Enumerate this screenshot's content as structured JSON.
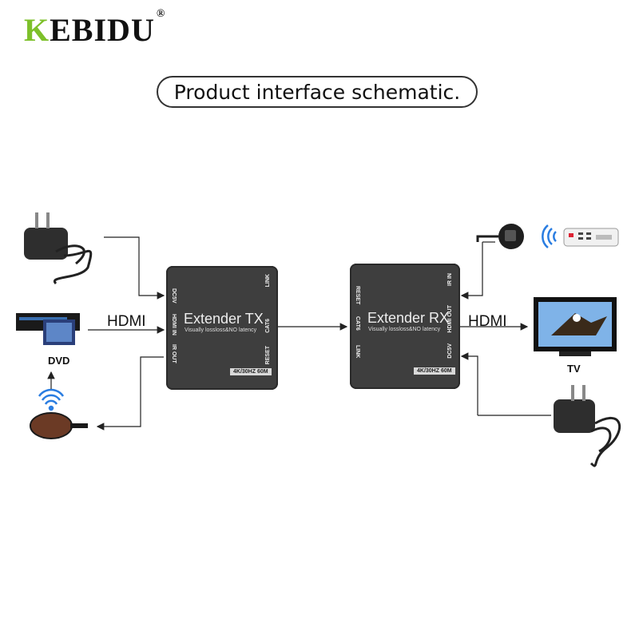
{
  "brand": {
    "name_first": "K",
    "name_rest": "EBIDU",
    "reg": "®"
  },
  "title": "Product interface schematic.",
  "labels": {
    "hdmi_in": "HDMI",
    "hdmi_out": "HDMI",
    "dvd": "DVD",
    "tv": "TV"
  },
  "tx": {
    "title": "Extender TX",
    "subtitle": "Visually lossloss&NO latency",
    "badge": "4K/30HZ 60M",
    "ports_left": [
      "DC5V",
      "HDMI IN",
      "IR OUT"
    ],
    "ports_right": [
      "LINK",
      "CAT6",
      "RESET"
    ]
  },
  "rx": {
    "title": "Extender RX",
    "subtitle": "Visually lossloss&NO latency",
    "badge": "4K/30HZ 60M",
    "ports_left": [
      "RESET",
      "CAT6",
      "LINK"
    ],
    "ports_right": [
      "IR IN",
      "HDMI OUT",
      "DC5V"
    ]
  },
  "colors": {
    "brand_green": "#7dc02a",
    "box": "#3e3e3e",
    "ir_emitter": "#6b3a25",
    "ir_signal": "#2a7de1"
  }
}
